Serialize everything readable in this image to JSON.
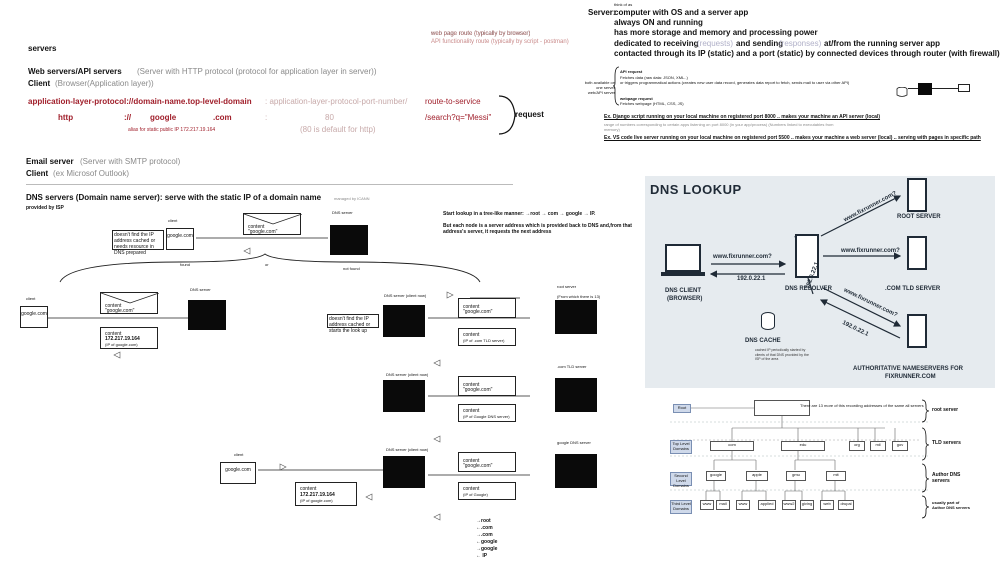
{
  "left": {
    "servers_heading": "servers",
    "web_servers_label": "Web servers/API servers",
    "web_servers_desc": "(Server with HTTP protocol (protocol for application layer in server))",
    "client_label": "Client",
    "client_desc": "(Browser(Application layer))",
    "url_pattern_main": "application-layer-protocol://domain-name.top-level-domain",
    "url_pattern_port": ": application-layer-protocol-port-number/",
    "url_pattern_route": "route-to-service",
    "example_http": "http",
    "example_sep": "://",
    "example_google": "google",
    "example_com": ".com",
    "example_colon": ":",
    "example_port": "80",
    "example_route": "/search?q=\"Messi\"",
    "alias_note": "alias for static public IP 172.217.19.164",
    "port_default_note": "(80 is default for http)",
    "request_label": "request",
    "web_route_note": "web page route (typically by browser)",
    "api_route_note": "API functionality route (typically by script - postman)",
    "email_label": "Email server",
    "email_desc": "(Server with SMTP protocol)",
    "email_client_label": "Client",
    "email_client_desc": "(ex Microsof Outlook)",
    "dns_heading": "DNS servers (Domain name server): serve with the static IP of a domain name",
    "dns_heading_note": "managed by ICANN",
    "dns_provided": "provided by ISP"
  },
  "right": {
    "server_label": "Server:",
    "server_small_note": "think of as",
    "server_lines": [
      "computer with OS and a server app",
      "always ON and running",
      "has more storage and memory and processing power",
      "contacted through its IP (static) and a port (static) by connected devices through router (with firewall)"
    ],
    "dedicated_prefix": "dedicated to receiving",
    "requests_word": "(requests)",
    "and_sending": "and sending",
    "responses_word": "(responses)",
    "dedicated_suffix": "at/from  the running server app",
    "both_available_note": "both available on one server web/API server",
    "api_request_title": "API request",
    "api_request_lines": [
      "Fetches data (raw data: JSON, XML..)",
      "or triggers programmatical actions (creates new user data record, generates data report to fetch, sends mail to user via other API)"
    ],
    "webpage_request_title": "webpage request",
    "webpage_request_line": "Fetches webpage (HTML, CSS, JS)",
    "ex1": "Ex. Django script running on your local machine on registered port 8000 .. makes your machine an API server (local)",
    "ex1_note": "range of numbers corresponding to certain apps listening on port 8000 (in your app/process) (Numbers linked to executables from memory)",
    "ex2": "Ex. VS code live server running on your local machine on registered port 5500 .. makes your machine a web server (local) .. serving with pages in specific path"
  },
  "flow": {
    "start_lookup": "Start lookup in a tree-like manner: →root → com → google → IP.",
    "each_node": "But each node is a server address which is provided back to DNS and,from that address's server, it requests the next address",
    "client": "client",
    "google_com": "google.com",
    "content_label": "content",
    "content_google": "\"google.com\"",
    "dns_server": "DNS server",
    "dns_server_client_now": "DNS server (client now)",
    "doesnt_find": "doesn't find the IP address cached or needs resource in DNS prepared",
    "doesnt_find_2": "doesn't find the IP address cached or starts the look up",
    "found": "found",
    "or": "or",
    "not_found": "not found",
    "root_server": "root server",
    "root_server_note": "(From which there is 13)",
    "com_tld_server": ".com TLD server",
    "google_dns_server": "google DNS server",
    "ip_172": "172.217.19.164",
    "ip_of_google": "(IP of google.com)",
    "ip_com_tld": "(IP of .com TLD server)",
    "ip_google_dns": "(IP of Google DNS server)",
    "ip_of_google_2": "(IP of Google)",
    "trace": [
      "→root",
      "←.com",
      "→.com",
      "←google",
      "→google",
      "← IP"
    ]
  },
  "dns_lookup": {
    "title": "DNS LOOKUP",
    "client_label": "DNS CLIENT",
    "client_sub": "(BROWSER)",
    "resolver": "DNS RESOLVER",
    "cache": "DNS CACHE",
    "cache_note": "cached IP periodically started by clients of that DNS provided by the ISP of the area",
    "root": "ROOT SERVER",
    "tld": ".COM TLD SERVER",
    "auth": "AUTHORITATIVE NAMESERVERS FOR",
    "auth2": "FIXRUNNER.COM",
    "query": "www.fixrunner.com?",
    "ip": "192.0.22.1"
  },
  "tree": {
    "root": "Root",
    "top_level": "Top Level Domains",
    "second_level": "Second Level Domains",
    "third_level": "Third Level Domains",
    "root_note": "There are 13 more of this recording addresses of the same all servers",
    "tlds": [
      "com",
      "edu",
      "org",
      "mil",
      "gov"
    ],
    "second": [
      "google",
      "apple",
      "gmu",
      "mit"
    ],
    "third": [
      "www",
      "mail",
      "www",
      "applied",
      "www2",
      "giving",
      "web",
      "drupal"
    ],
    "root_servers": "root server",
    "tld_servers": "TLD servers",
    "author_servers": "Author DNS servers",
    "usually_part": "usually part of Author DNS servers"
  }
}
